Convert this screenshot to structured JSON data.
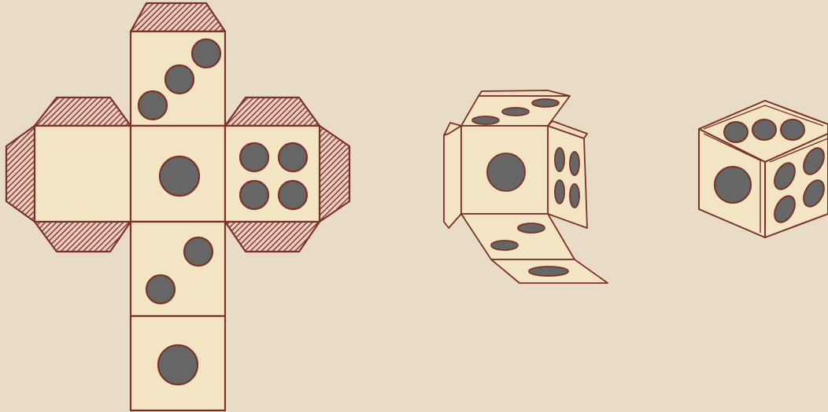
{
  "colors": {
    "background": "#e9dcc6",
    "face": "#f3e4c4",
    "outline": "#7a3329",
    "pip": "#666666",
    "hatch": "#8a3a30"
  },
  "dice_net": {
    "faces": [
      {
        "id": "top",
        "pips": 3
      },
      {
        "id": "left",
        "pips": 0
      },
      {
        "id": "center",
        "pips": 1
      },
      {
        "id": "right",
        "pips": 4
      },
      {
        "id": "lower",
        "pips": 2
      },
      {
        "id": "bottom",
        "pips": 1
      }
    ],
    "glue_tabs": [
      "top",
      "left-upper",
      "left-side",
      "left-lower",
      "right-upper",
      "right-side",
      "right-lower"
    ]
  },
  "folding_die": {
    "faces": [
      {
        "id": "front",
        "pips": 1
      },
      {
        "id": "top",
        "pips": 3
      },
      {
        "id": "side",
        "pips": 4
      },
      {
        "id": "bottom-flap",
        "pips": 2
      },
      {
        "id": "bottom-flap-end",
        "pips": 1
      }
    ]
  },
  "assembled_die": {
    "faces": [
      {
        "id": "front",
        "pips": 1
      },
      {
        "id": "top",
        "pips": 3
      },
      {
        "id": "side",
        "pips": 4
      }
    ]
  }
}
